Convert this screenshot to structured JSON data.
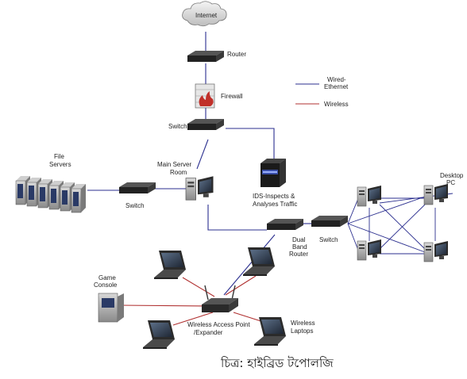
{
  "labels": {
    "internet": "Internet",
    "router": "Router",
    "firewall": "Firewall",
    "switch_top": "Switch",
    "file_servers_1": "File",
    "file_servers_2": "Servers",
    "switch_left": "Switch",
    "main_server_1": "Main Server",
    "main_server_2": "Room",
    "ids_1": "IDS-Inspects &",
    "ids_2": "Analyses Traffic",
    "dual_band_1": "Dual",
    "dual_band_2": "Band",
    "dual_band_3": "Router",
    "switch_right": "Switch",
    "desktop_1": "Desktop",
    "desktop_2": "PC",
    "game_console_1": "Game",
    "game_console_2": "Console",
    "wap_1": "Wireless Access Point",
    "wap_2": "/Expander",
    "wireless_laptops_1": "Wireless",
    "wireless_laptops_2": "Laptops"
  },
  "legend": {
    "wired_1": "Wired-",
    "wired_2": "Ethernet",
    "wireless": "Wireless",
    "wired_color": "#2b2f8f",
    "wireless_color": "#b03030"
  },
  "caption": "চিত্র: হাইব্রিড টপোলজি"
}
